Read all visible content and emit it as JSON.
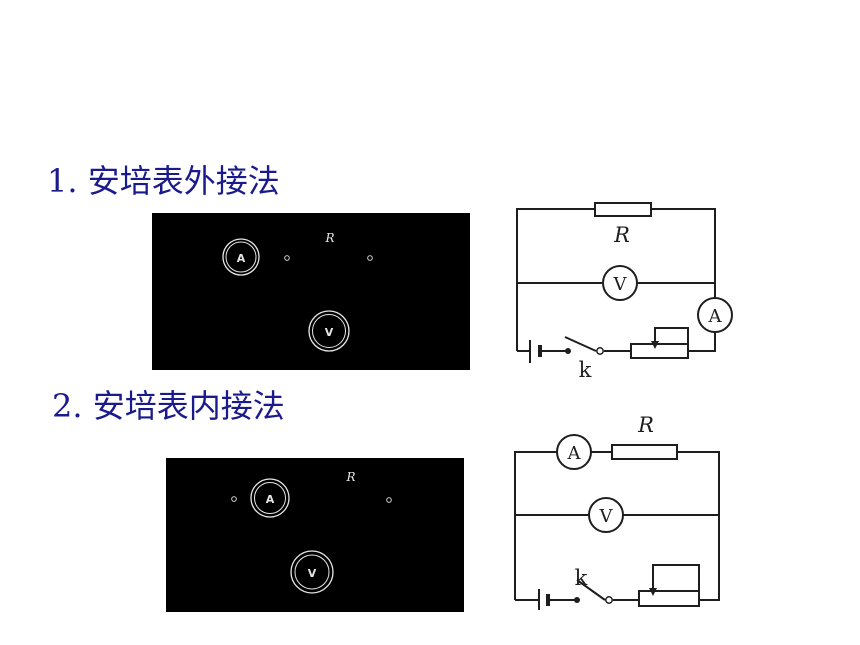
{
  "section1": {
    "title": "1. 安培表外接法",
    "panel": {
      "ammeter": "A",
      "resistor": "R",
      "voltmeter": "V"
    },
    "circuit": {
      "resistor": "R",
      "voltmeter": "V",
      "ammeter": "A",
      "switch": "k"
    }
  },
  "section2": {
    "title": "2. 安培表内接法",
    "panel": {
      "ammeter": "A",
      "resistor": "R",
      "voltmeter": "V"
    },
    "circuit": {
      "resistor": "R",
      "voltmeter": "V",
      "ammeter": "A",
      "switch": "k"
    }
  },
  "colors": {
    "heading": "#1a1a8c",
    "panel_bg": "#000000",
    "panel_line": "#e6e6e6",
    "circuit_line": "#1e1e1e"
  }
}
